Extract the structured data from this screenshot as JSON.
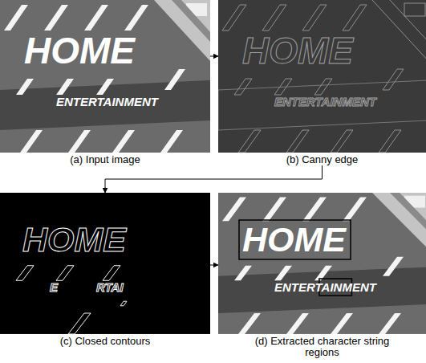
{
  "diagram": {
    "nodes": [
      {
        "text": [
          "(a) Input image"
        ]
      },
      {
        "text": [
          "(b) Canny edge"
        ]
      },
      {
        "text": [
          "(c) Closed contours"
        ]
      },
      {
        "text": [
          "(d) Extracted character string regions"
        ]
      }
    ],
    "edges": [
      {
        "from": 0,
        "to": 1,
        "arrow": "to"
      },
      {
        "from": 1,
        "to": 2,
        "arrow": "to"
      },
      {
        "from": 2,
        "to": 3,
        "arrow": "to"
      }
    ],
    "labels": [
      "HOME",
      "ENTERTAINMENT",
      "HOME",
      "ENTERTAINMENT",
      "HOME",
      "E",
      "RTAI",
      "HOME",
      "ENTERTAINMENT"
    ]
  }
}
